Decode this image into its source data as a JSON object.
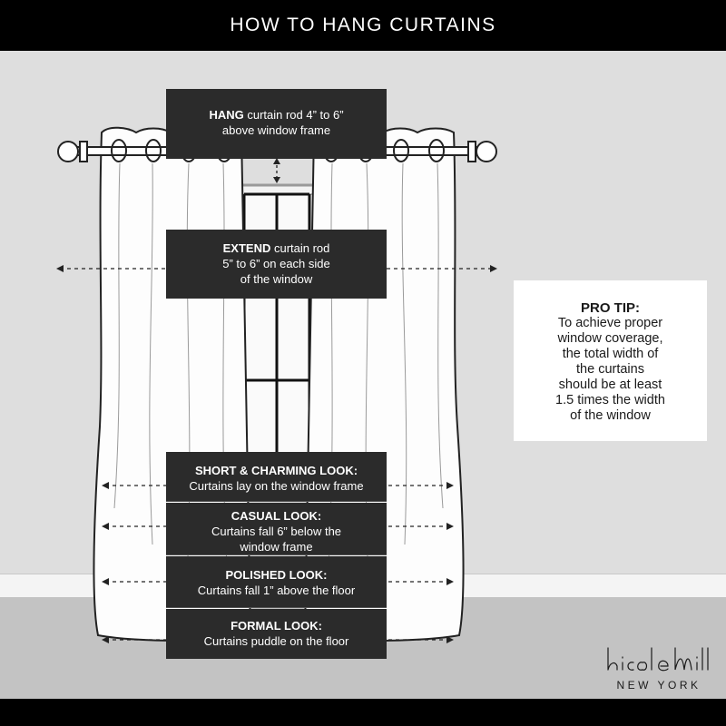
{
  "title": "HOW TO HANG CURTAINS",
  "hang": {
    "bold": "HANG",
    "rest": "curtain rod 4” to 6”",
    "line2": "above window frame"
  },
  "extend": {
    "bold": "EXTEND",
    "rest": "curtain rod",
    "line2": "5” to 6” on each side",
    "line3": "of the window"
  },
  "looks": [
    {
      "title": "SHORT & CHARMING LOOK:",
      "desc1": "Curtains lay on the window frame",
      "desc2": ""
    },
    {
      "title": "CASUAL LOOK:",
      "desc1": "Curtains fall 6” below the",
      "desc2": "window frame"
    },
    {
      "title": "POLISHED LOOK:",
      "desc1": "Curtains fall 1” above the floor",
      "desc2": ""
    },
    {
      "title": "FORMAL LOOK:",
      "desc1": "Curtains puddle on the floor",
      "desc2": ""
    }
  ],
  "pro_tip": {
    "heading": "PRO TIP:",
    "lines": [
      "To achieve proper",
      "window coverage,",
      "the total width of",
      "the curtains",
      "should be at least",
      "1.5 times the width",
      "of the window"
    ]
  },
  "brand": {
    "name": "nicole miller",
    "sub": "NEW YORK"
  },
  "colors": {
    "label_box": "#2b2b2b",
    "wall": "#dedede",
    "floor": "#c3c3c3",
    "bars": "#000000"
  }
}
